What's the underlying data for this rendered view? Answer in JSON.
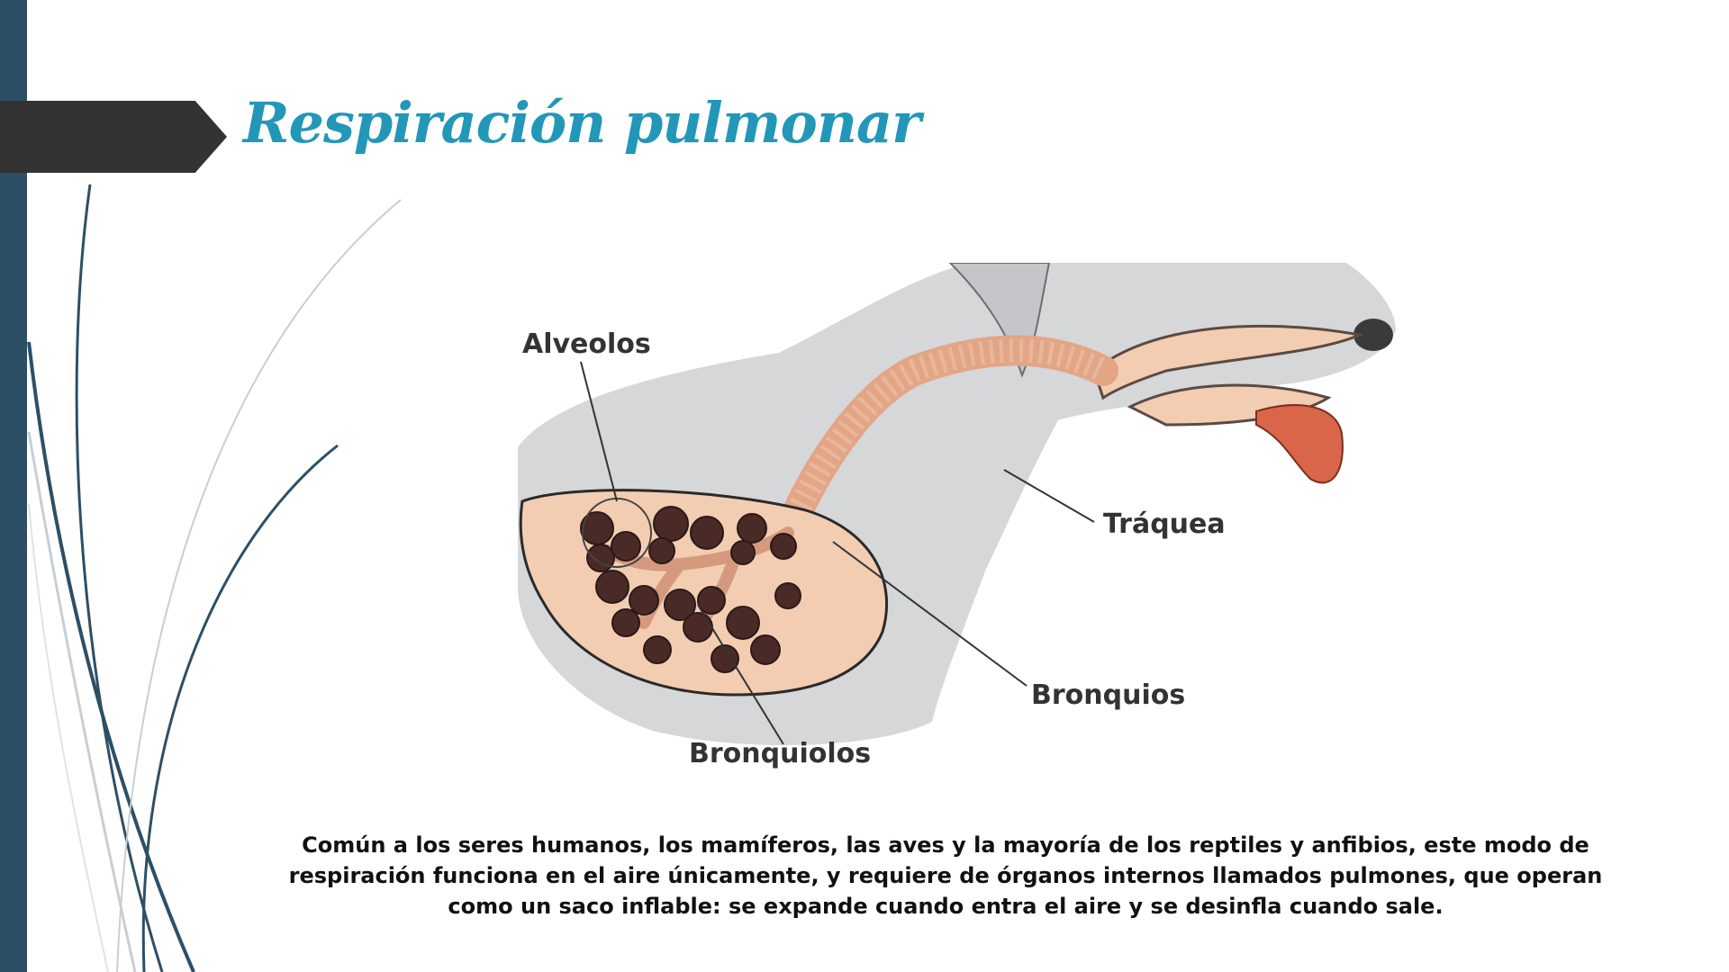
{
  "slide": {
    "title": "Respiración pulmonar",
    "caption": "Común a los seres humanos, los mamíferos, las aves y la mayoría de los reptiles y anfibios, este modo de respiración funciona en el aire únicamente, y requiere de órganos internos llamados pulmones, que operan como un saco inflable: se expande cuando entra el aire y se desinfla cuando sale.",
    "colors": {
      "accent_bar": "#2d4f66",
      "title": "#2397b8",
      "arrow": "#333333"
    }
  },
  "diagram": {
    "labels": {
      "alveolos": "Alveolos",
      "traquea": "Tráquea",
      "bronquios": "Bronquios",
      "bronquiolos": "Bronquiolos"
    },
    "colors": {
      "body": "#d6d7d9",
      "lung": "#f3cdb2",
      "alveoli": "#4a2a26",
      "tongue": "#d9654a",
      "trachea": "#e2a687"
    }
  }
}
